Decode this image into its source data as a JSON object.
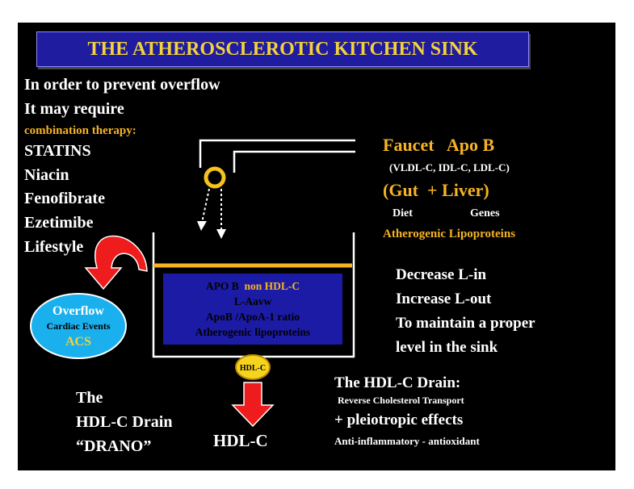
{
  "title": "THE ATHEROSCLEROTIC KITCHEN SINK",
  "left_list": {
    "line1": "In order to prevent overflow",
    "line2": "It may require",
    "line3": "combination therapy:",
    "items": [
      "STATINS",
      "Niacin",
      "Fenofibrate",
      "Ezetimibe",
      "Lifestyle"
    ]
  },
  "faucet": {
    "heading": "Faucet   Apo B",
    "sub": "(VLDL-C, IDL-C, LDL-C)",
    "source": "(Gut  + Liver)",
    "diet": "Diet",
    "genes": "Genes",
    "lipo": "Atherogenic Lipoproteins"
  },
  "sink": {
    "apob": "APO B",
    "nonhdl": "non HDL-C",
    "laavw": "L-Aavw",
    "ratio": "ApoB /ApoA-1 ratio",
    "athero": "Atherogenic lipoproteins"
  },
  "overflow": {
    "label": "Overflow",
    "events": "Cardiac Events",
    "acs": "ACS"
  },
  "balance": [
    "Decrease L-in",
    "Increase L-out",
    "To maintain a proper",
    "level in the sink"
  ],
  "drain_badge": "HDL-C",
  "drain_label": "HDL-C",
  "drano": {
    "line1": "The",
    "line2": "HDL-C Drain",
    "line3": "“DRANO”"
  },
  "hdl_drain": {
    "title": "The HDL-C Drain:",
    "sub": "Reverse Cholesterol Transport",
    "pleio": "+ pleiotropic effects",
    "anti": "Anti-inflammatory - antioxidant"
  },
  "colors": {
    "background": "#000000",
    "title_fill": "#1f1ca0",
    "title_text": "#f3d23a",
    "accent_yellow": "#f5b324",
    "sink_fill": "#1c1ba6",
    "overflow_fill": "#1ab0ee",
    "arrow_red": "#ee1c1c",
    "badge_yellow": "#f6d41e"
  }
}
